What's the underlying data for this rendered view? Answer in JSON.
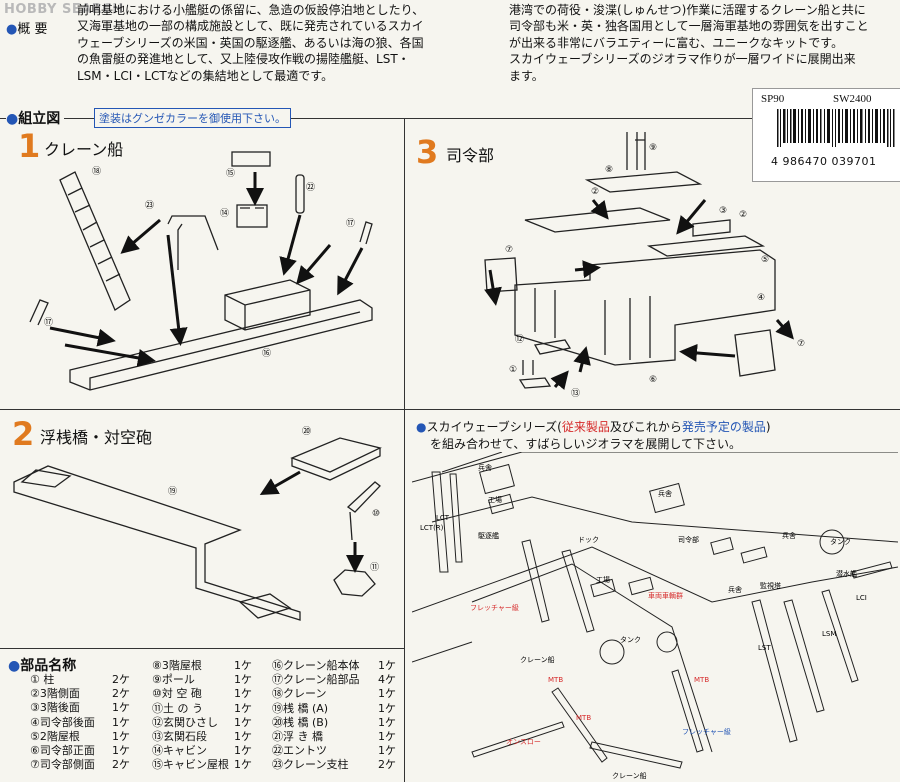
{
  "watermark": "HOBBY SEARCH",
  "overview": {
    "heading": "概 要",
    "left_text": "前哨基地における小艦艇の係留に、急造の仮設停泊地としたり、\n又海軍基地の一部の構成施設として、既に発売されているスカイ\nウェーブシリーズの米国・英国の駆逐艦、あるいは海の狼、各国\nの魚雷艇の発進地として、又上陸侵攻作戦の揚陸艦艇、LST・\nLSM・LCI・LCTなどの集結地として最適です。",
    "right_text": "港湾での荷役・浚渫(しゅんせつ)作業に活躍するクレーン船と共に\n司令部も米・英・独各国用として一層海軍基地の雰囲気を出すこと\nが出来る非常にバラエティーに富む、ユニークなキットです。\nスカイウェーブシリーズのジオラマ作りが一層ワイドに展開出来\nます。"
  },
  "product": {
    "code1": "SP90",
    "code2": "SW2400",
    "barcode_number": "4 986470 039701"
  },
  "assembly": {
    "heading": "組立図",
    "paint_note": "塗装はグンゼカラーを御使用下さい。",
    "steps": [
      {
        "num": "1",
        "label": "クレーン船"
      },
      {
        "num": "2",
        "label": "浮桟橋・対空砲"
      },
      {
        "num": "3",
        "label": "司令部"
      }
    ]
  },
  "diorama": {
    "line1_a": "スカイウェーブシリーズ(",
    "line1_b": "従来製品",
    "line1_c": "及びこれから",
    "line1_d": "発売予定の製品",
    "line1_e": ")",
    "line2": "を組み合わせて、すばらしいジオラマを展開して下さい。",
    "map_labels": {
      "lct_top": "LCT",
      "lct_r": "LCT(R)",
      "barracks1": "兵舎",
      "factory1": "工場",
      "barracks2": "兵舎",
      "destroyer1": "駆逐艦",
      "dock": "ドック",
      "hq": "司令部",
      "barracks3": "兵舎",
      "tank1": "タンク",
      "sub": "潜水艦",
      "lci": "LCI",
      "factory2": "工場",
      "vehicles": "車両車輌群",
      "barracks4": "兵舎",
      "tower": "監視塔",
      "fletcher1": "フレッチャー級",
      "tank2": "タンク",
      "lsm": "LSM",
      "lst": "LST",
      "crane1": "クレーン船",
      "mtb1": "MTB",
      "mtb2": "MTB",
      "mtb3": "MTB",
      "onslow": "オンスロー",
      "fletcher2": "フレッチャー級",
      "crane2": "クレーン船"
    }
  },
  "parts": {
    "heading": "部品名称",
    "col1": [
      {
        "name": "① 柱",
        "qty": "2ケ"
      },
      {
        "name": "②3階側面",
        "qty": "2ケ"
      },
      {
        "name": "③3階後面",
        "qty": "1ケ"
      },
      {
        "name": "④司令部後面",
        "qty": "1ケ"
      },
      {
        "name": "⑤2階屋根",
        "qty": "1ケ"
      },
      {
        "name": "⑥司令部正面",
        "qty": "1ケ"
      },
      {
        "name": "⑦司令部側面",
        "qty": "2ケ"
      }
    ],
    "col2": [
      {
        "name": "⑧3階屋根",
        "qty": "1ケ"
      },
      {
        "name": "⑨ポール",
        "qty": "1ケ"
      },
      {
        "name": "⑩対 空 砲",
        "qty": "1ケ"
      },
      {
        "name": "⑪土 の う",
        "qty": "1ケ"
      },
      {
        "name": "⑫玄関ひさし",
        "qty": "1ケ"
      },
      {
        "name": "⑬玄関石段",
        "qty": "1ケ"
      },
      {
        "name": "⑭キャビン",
        "qty": "1ケ"
      },
      {
        "name": "⑮キャビン屋根",
        "qty": "1ケ"
      }
    ],
    "col3": [
      {
        "name": "⑯クレーン船本体",
        "qty": "1ケ"
      },
      {
        "name": "⑰クレーン船部品",
        "qty": "4ケ"
      },
      {
        "name": "⑱クレーン",
        "qty": "1ケ"
      },
      {
        "name": "⑲桟 橋 (A)",
        "qty": "1ケ"
      },
      {
        "name": "⑳桟 橋 (B)",
        "qty": "1ケ"
      },
      {
        "name": "㉑浮 き 橋",
        "qty": "1ケ"
      },
      {
        "name": "㉒エントツ",
        "qty": "1ケ"
      },
      {
        "name": "㉓クレーン支柱",
        "qty": "2ケ"
      }
    ]
  },
  "callouts": {
    "c1": "①",
    "c2": "②",
    "c3": "③",
    "c4": "④",
    "c5": "⑤",
    "c6": "⑥",
    "c7": "⑦",
    "c8": "⑧",
    "c9": "⑨",
    "c10": "⑩",
    "c11": "⑪",
    "c12": "⑫",
    "c13": "⑬",
    "c14": "⑭",
    "c15": "⑮",
    "c16": "⑯",
    "c17": "⑰",
    "c18": "⑱",
    "c19": "⑲",
    "c20": "⑳",
    "c22": "㉒",
    "c23": "㉓"
  }
}
